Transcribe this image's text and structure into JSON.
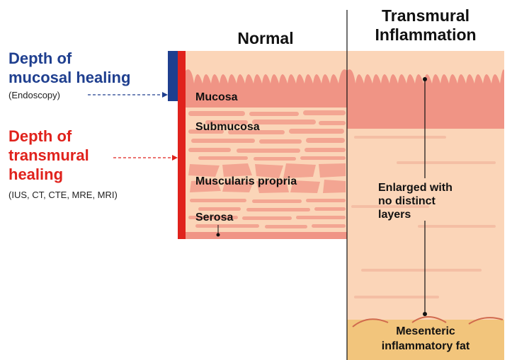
{
  "header": {
    "normal": "Normal",
    "transmural_line1": "Transmural",
    "transmural_line2": "Inflammation"
  },
  "left_labels": {
    "mucosal_line1": "Depth of",
    "mucosal_line2": "mucosal healing",
    "mucosal_method": "(Endoscopy)",
    "transmural_line1": "Depth of",
    "transmural_line2": "transmural",
    "transmural_line3": "healing",
    "transmural_methods": "(IUS, CT, CTE, MRE, MRI)"
  },
  "layers": {
    "mucosa": "Mucosa",
    "submucosa": "Submucosa",
    "muscularis": "Muscularis propria",
    "serosa": "Serosa"
  },
  "inflamed": {
    "line1": "Enlarged with",
    "line2": "no distinct",
    "line3": "layers"
  },
  "fat": {
    "line1": "Mesenteric",
    "line2": "inflammatory fat"
  },
  "colors": {
    "blue": "#1f3f8f",
    "red": "#e0221c",
    "mucosa": "#f09485",
    "tissue": "#fbd5b8",
    "fat": "#f2c57c"
  }
}
